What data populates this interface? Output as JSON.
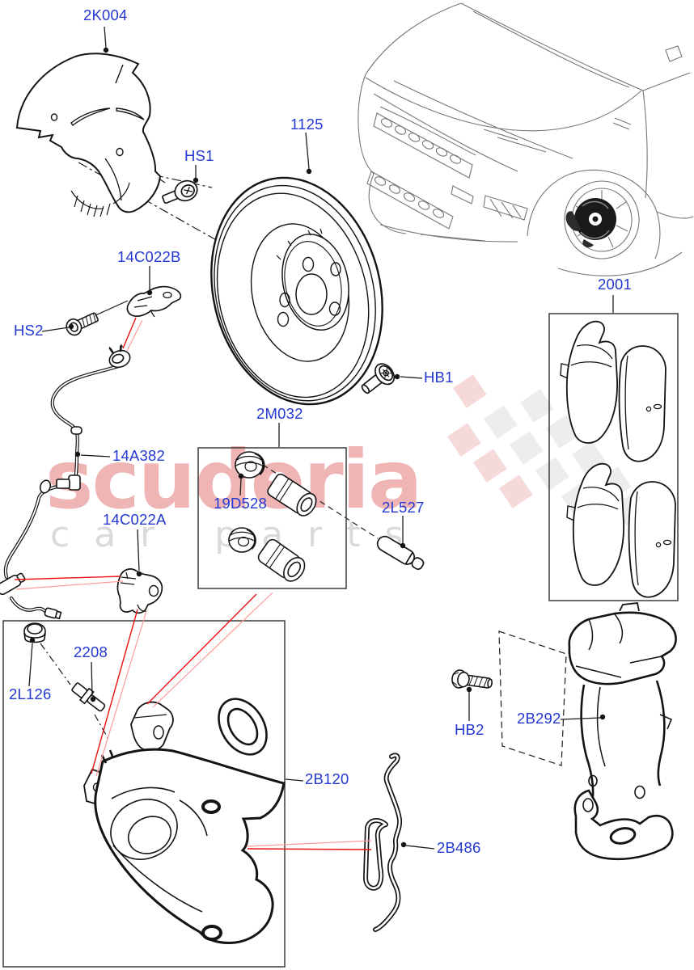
{
  "watermark": {
    "primary": "scuderia",
    "secondary": "car parts"
  },
  "colors": {
    "label_blue": "#2438d2",
    "leader_red": "#ee1111",
    "leader_red_light": "#ff9a9a",
    "line_black": "#161616",
    "sketch_gray": "#767676",
    "watermark_red": "#eca2a2",
    "watermark_gray": "#d6d6d6"
  },
  "labels": [
    {
      "id": "2K004",
      "text": "2K004"
    },
    {
      "id": "HS1",
      "text": "HS1"
    },
    {
      "id": "1125",
      "text": "1125"
    },
    {
      "id": "14C022B",
      "text": "14C022B"
    },
    {
      "id": "HS2",
      "text": "HS2"
    },
    {
      "id": "HB1",
      "text": "HB1"
    },
    {
      "id": "14A382",
      "text": "14A382"
    },
    {
      "id": "2M032",
      "text": "2M032"
    },
    {
      "id": "19D528",
      "text": "19D528"
    },
    {
      "id": "2L527",
      "text": "2L527"
    },
    {
      "id": "2001",
      "text": "2001"
    },
    {
      "id": "14C022A",
      "text": "14C022A"
    },
    {
      "id": "2L126",
      "text": "2L126"
    },
    {
      "id": "2208",
      "text": "2208"
    },
    {
      "id": "2B120",
      "text": "2B120"
    },
    {
      "id": "2B486",
      "text": "2B486"
    },
    {
      "id": "HB2",
      "text": "HB2"
    },
    {
      "id": "2B292",
      "text": "2B292"
    }
  ]
}
